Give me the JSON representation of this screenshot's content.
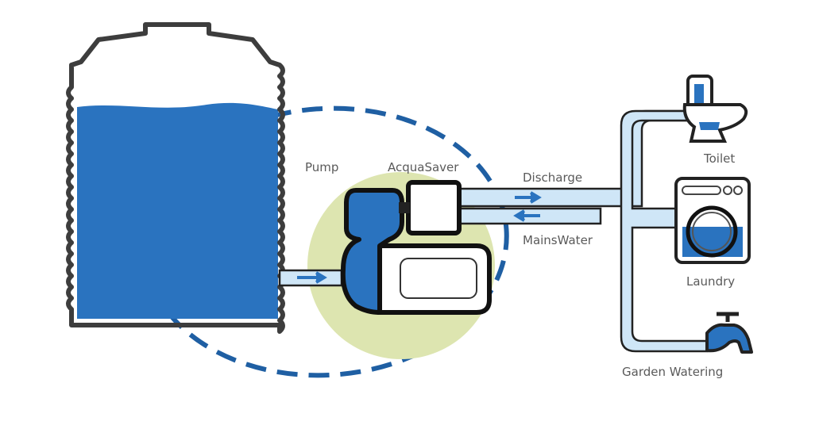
{
  "diagram": {
    "title": "AcquaSaver water system",
    "labels": {
      "pump": "Pump",
      "acquasaver": "AcquaSaver",
      "discharge": "Discharge",
      "mains_water": "MainsWater",
      "toilet": "Toilet",
      "laundry": "Laundry",
      "garden_watering": "Garden Watering"
    },
    "tank_fill_level": 0.75,
    "laundry_fill_level": 0.5,
    "flow_arrows": {
      "tank_to_pump": "right",
      "discharge": "right",
      "mains_water": "left"
    },
    "colors": {
      "water": "#2a73bf",
      "pipe": "#cfe6f7",
      "outline": "#3d3d3d",
      "pump_zone": "#dde5b0",
      "dashed_loop": "#1f5fa3",
      "label": "#5a5a5a"
    }
  }
}
